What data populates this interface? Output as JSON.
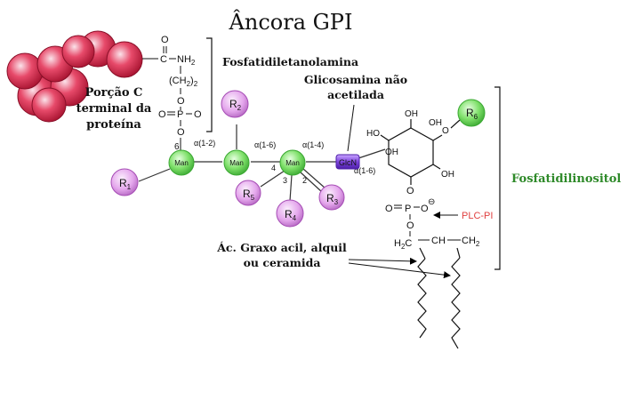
{
  "title": "Âncora GPI",
  "labels": {
    "pe": "Fosfatidiletanolamina",
    "protein_line1": "Porção C",
    "protein_line2": "terminal da",
    "protein_line3": "proteína",
    "glcn_note_line1": "Glicosamina não",
    "glcn_note_line2": "acetilada",
    "pi": "Fosfatidilinositol",
    "fatty_line1": "Ác. Graxo acil, alquil",
    "fatty_line2": "ou ceramida",
    "plc": "PLC-PI"
  },
  "sugars": {
    "man1": "Man",
    "man2": "Man",
    "man3": "Man",
    "glcn": "GlcN"
  },
  "linkages": {
    "l1": "α(1-2)",
    "l2": "α(1-6)",
    "l3": "α(1-4)",
    "l4": "α(1-6)",
    "pos6": "6",
    "pos4": "4",
    "pos3": "3",
    "pos2": "2"
  },
  "r_groups": {
    "r1": {
      "letter": "R",
      "sub": "1"
    },
    "r2": {
      "letter": "R",
      "sub": "2"
    },
    "r3": {
      "letter": "R",
      "sub": "3"
    },
    "r4": {
      "letter": "R",
      "sub": "4"
    },
    "r5": {
      "letter": "R",
      "sub": "5"
    },
    "r6": {
      "letter": "R",
      "sub": "6"
    }
  },
  "chem": {
    "c_top": "C",
    "o_top": "O",
    "nh2": "NH",
    "nh2_sub": "2",
    "ch2": "(CH",
    "ch2_sub": "2",
    "ch2_close": ")",
    "ch2_count": "2",
    "o_link1": "O",
    "o_eq": "O",
    "p": "P",
    "o_right": "O",
    "o_below": "O",
    "oh1": "OH",
    "oh2": "OH",
    "oh3": "OH",
    "oh4": "OH",
    "ho": "HO",
    "o_ring": "O",
    "o_pi1": "O",
    "o_pi_eq": "O",
    "p2": "P",
    "o_pi_minus": "O",
    "o_pi_minus_sign": "⊖",
    "o_pi2": "O",
    "h2c": "H",
    "h2c_sub": "2",
    "h2c_c": "C",
    "ch_mid": "CH",
    "ch2_end": "CH",
    "ch2_end_sub": "2"
  },
  "colors": {
    "protein_fill": "#d6254a",
    "protein_light": "#f7c2cf",
    "man_fill": "#7fe06a",
    "man_stroke": "#3aa832",
    "glcn_fill": "#8a55e0",
    "r_fill": "#e4a6ec",
    "r_stroke": "#a64db5",
    "plc": "#e04040",
    "pi_label": "#2f8a2a"
  }
}
